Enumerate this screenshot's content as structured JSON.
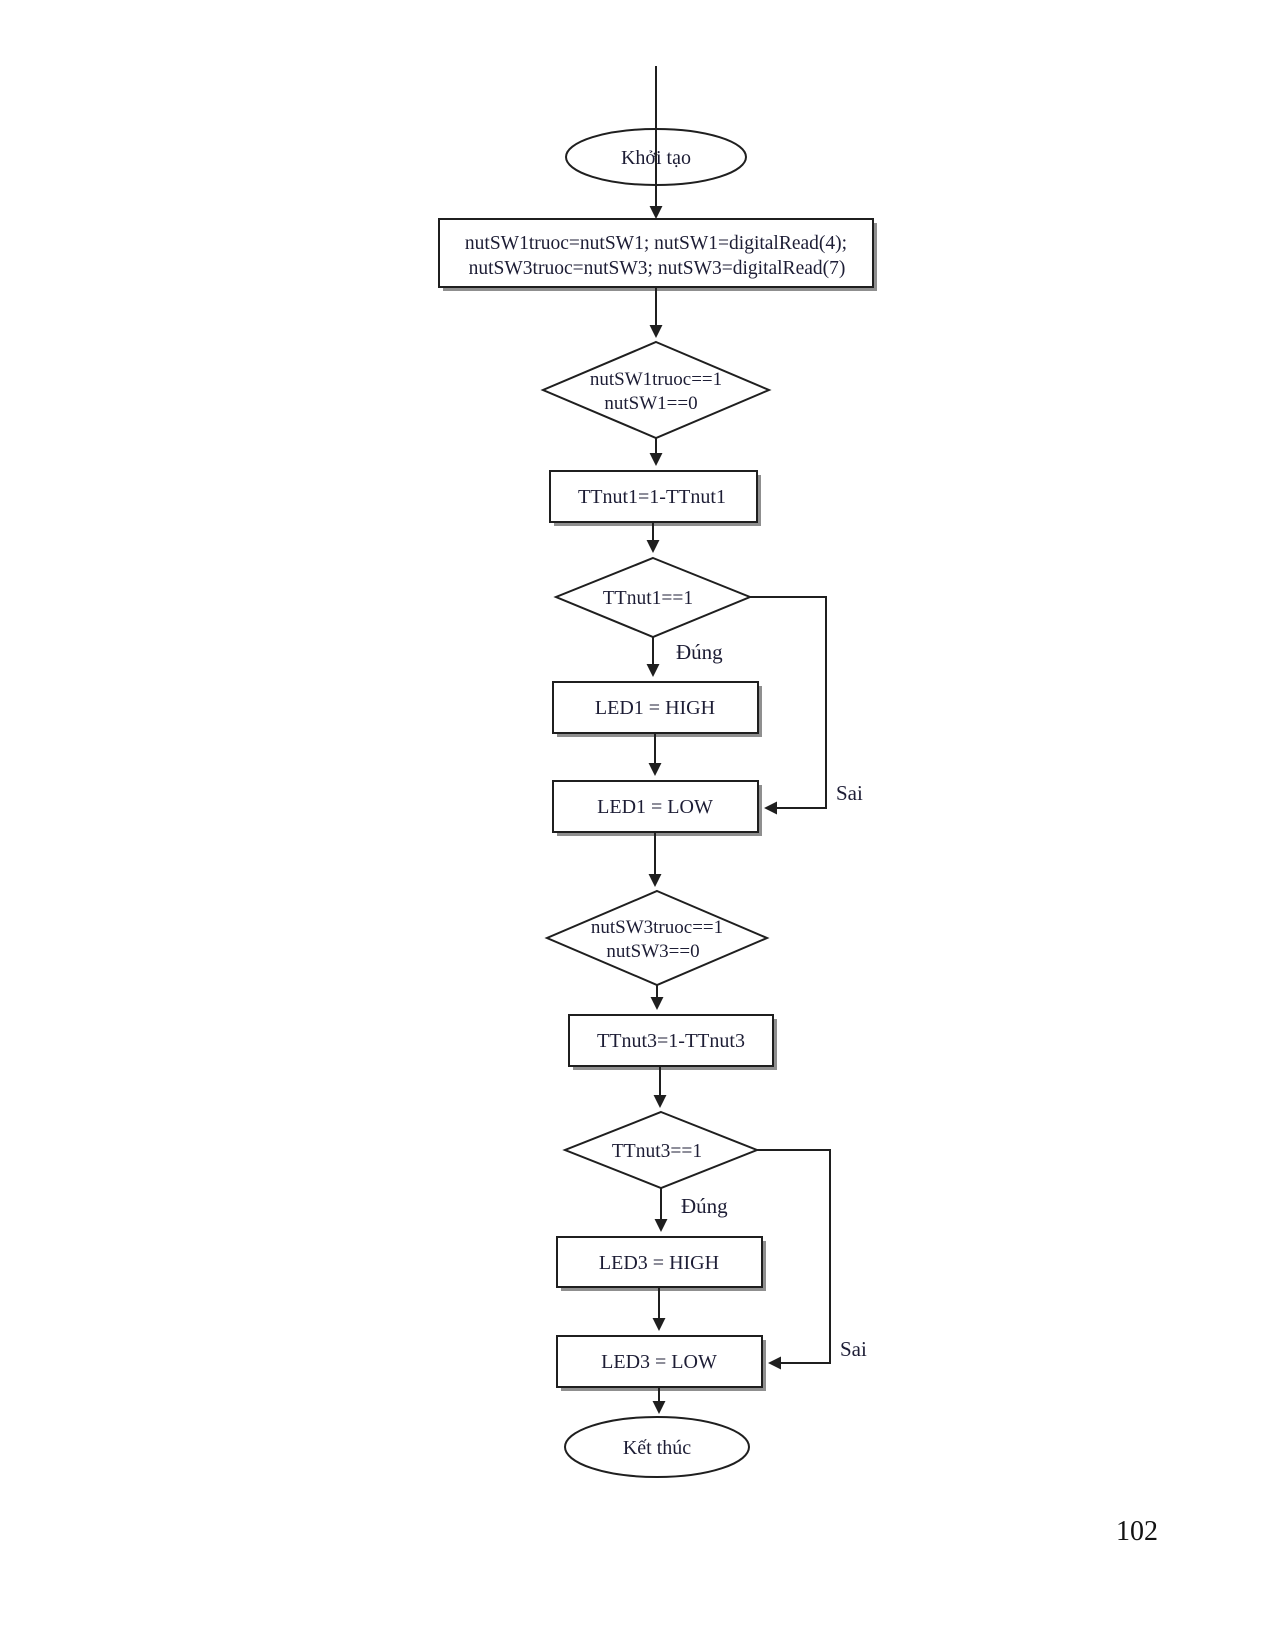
{
  "page": {
    "number": "102",
    "paper_color": "#ffffff",
    "ink_color": "#1f1f1f",
    "text_color": "#1d1d35"
  },
  "flowchart": {
    "start": {
      "label": "Khởi tạo"
    },
    "init": {
      "line1": "nutSW1truoc=nutSW1; nutSW1=digitalRead(4);",
      "line2": "nutSW3truoc=nutSW3; nutSW3=digitalRead(7)"
    },
    "decision_sw1": {
      "line1": "nutSW1truoc==1",
      "line2": "nutSW1==0"
    },
    "toggle1": {
      "label": "TTnut1=1-TTnut1"
    },
    "decision_ttnut1": {
      "label": "TTnut1==1",
      "true_branch": "Đúng",
      "false_branch": "Sai"
    },
    "led1_high": {
      "label": "LED1 = HIGH"
    },
    "led1_low": {
      "label": "LED1 = LOW"
    },
    "decision_sw3": {
      "line1": "nutSW3truoc==1",
      "line2": "nutSW3==0"
    },
    "toggle3": {
      "label": "TTnut3=1-TTnut3"
    },
    "decision_ttnut3": {
      "label": "TTnut3==1",
      "true_branch": "Đúng",
      "false_branch": "Sai"
    },
    "led3_high": {
      "label": "LED3 = HIGH"
    },
    "led3_low": {
      "label": "LED3 = LOW"
    },
    "end": {
      "label": "Kết thúc"
    }
  }
}
